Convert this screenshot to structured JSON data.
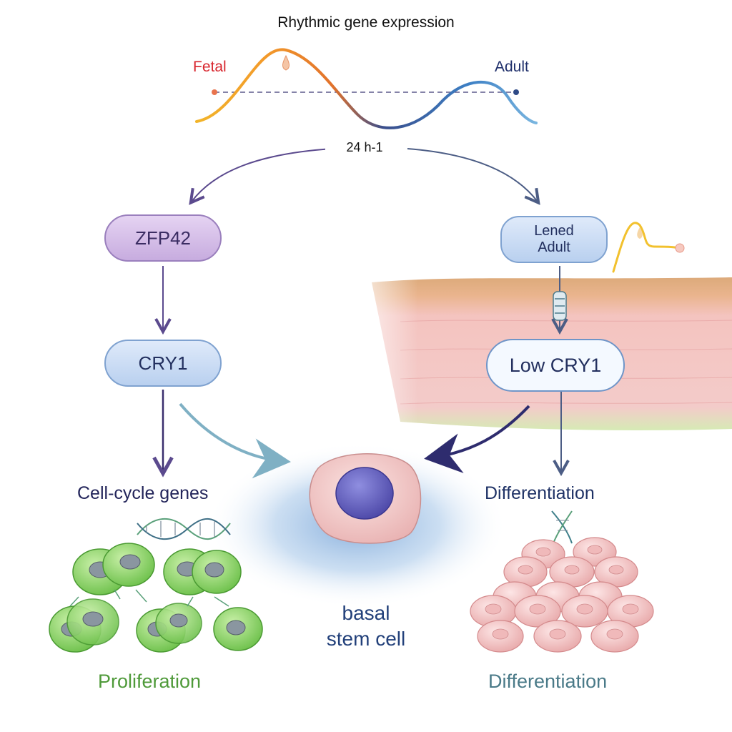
{
  "header": {
    "title": "Rhythmic gene expression",
    "fetal_label": "Fetal",
    "adult_label": "Adult",
    "period_label": "24 h-1"
  },
  "left_path": {
    "zfp42": "ZFP42",
    "cry1": "CRY1",
    "cell_cycle": "Cell-cycle genes",
    "outcome": "Proliferation"
  },
  "right_path": {
    "denied_adult_line1": "Lened",
    "denied_adult_line2": "Adult",
    "low_cry1": "Low CRY1",
    "differentiation": "Differentiation",
    "outcome": "Differentiation"
  },
  "center": {
    "cell_line1": "basal",
    "cell_line2": "stem cell"
  },
  "colors": {
    "fetal": "#d8262e",
    "adult": "#1f2f6b",
    "purple_pill": "#d7c2ea",
    "blue_pill": "#cfe0f6",
    "proliferation": "#4f9a3a",
    "differentiation": "#4a7a88",
    "navy_text": "#22245a"
  },
  "icons": [
    "oscillation-curve-icon",
    "dna-helix-icon",
    "green-cell-icon",
    "pink-cell-icon",
    "stem-cell-icon",
    "skin-tissue-icon"
  ]
}
